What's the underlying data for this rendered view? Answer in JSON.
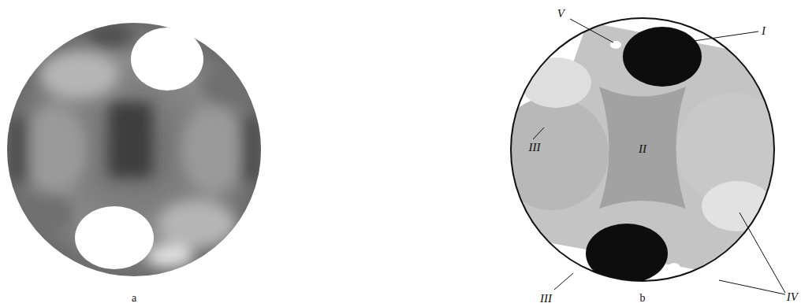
{
  "diagram": {
    "labels": [
      "a",
      "b",
      "V",
      "I",
      "II",
      "III",
      "III",
      "IV"
    ]
  }
}
